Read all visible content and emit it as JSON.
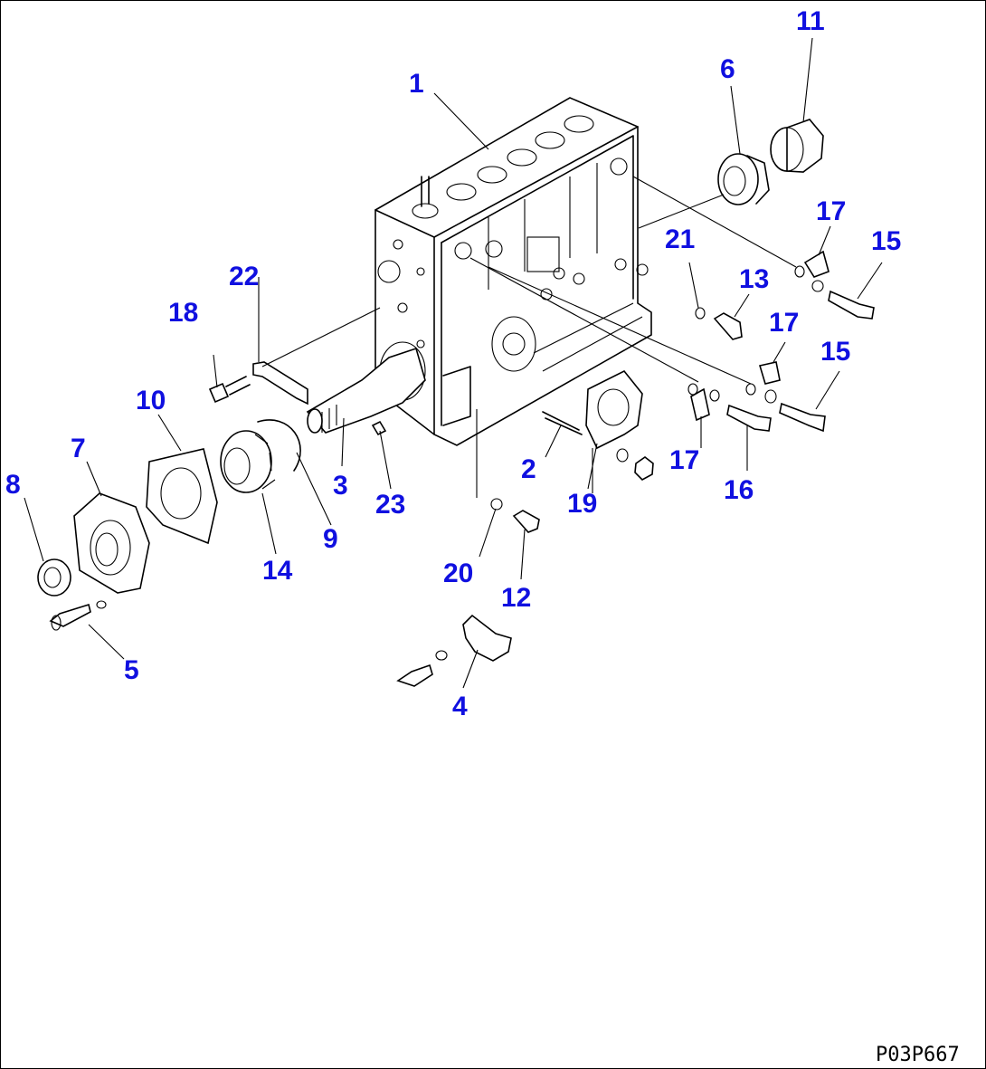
{
  "drawing_code": "P03P667",
  "callouts": [
    "1",
    "2",
    "3",
    "4",
    "5",
    "6",
    "7",
    "8",
    "9",
    "10",
    "11",
    "12",
    "13",
    "14",
    "15",
    "15",
    "16",
    "17",
    "17",
    "17",
    "18",
    "19",
    "20",
    "21",
    "22",
    "23"
  ],
  "colors": {
    "callout": "#1010e0",
    "line": "#000000",
    "background": "#ffffff"
  }
}
